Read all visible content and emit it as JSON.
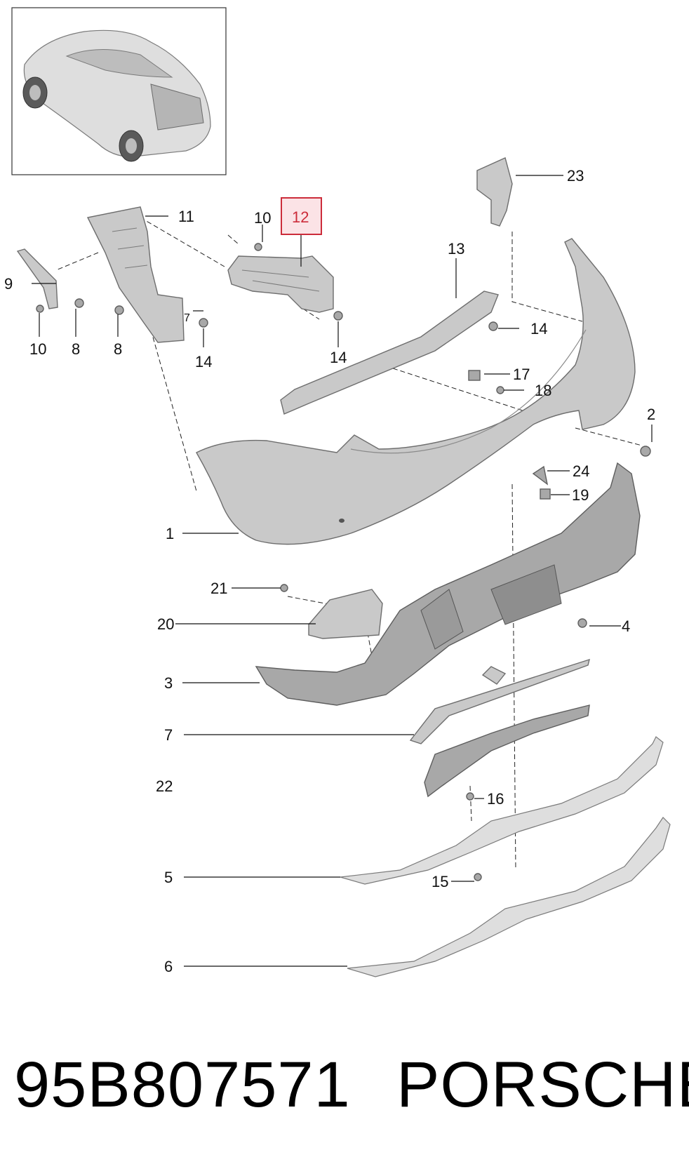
{
  "colors": {
    "highlight": "#cc2c3a",
    "highlight_fill": "#fbe3e6",
    "part_fill": "#c9c9c9",
    "line": "#111111"
  },
  "callouts": [
    {
      "id": "c1",
      "label": "1"
    },
    {
      "id": "c2",
      "label": "2"
    },
    {
      "id": "c3",
      "label": "3"
    },
    {
      "id": "c4",
      "label": "4"
    },
    {
      "id": "c5",
      "label": "5"
    },
    {
      "id": "c6",
      "label": "6"
    },
    {
      "id": "c7",
      "label": "7"
    },
    {
      "id": "c7b",
      "label": "7"
    },
    {
      "id": "c8a",
      "label": "8"
    },
    {
      "id": "c8b",
      "label": "8"
    },
    {
      "id": "c9",
      "label": "9"
    },
    {
      "id": "c10a",
      "label": "10"
    },
    {
      "id": "c10b",
      "label": "10"
    },
    {
      "id": "c11",
      "label": "11"
    },
    {
      "id": "c12",
      "label": "12"
    },
    {
      "id": "c13",
      "label": "13"
    },
    {
      "id": "c14a",
      "label": "14"
    },
    {
      "id": "c14b",
      "label": "14"
    },
    {
      "id": "c14c",
      "label": "14"
    },
    {
      "id": "c15",
      "label": "15"
    },
    {
      "id": "c16",
      "label": "16"
    },
    {
      "id": "c17",
      "label": "17"
    },
    {
      "id": "c18",
      "label": "18"
    },
    {
      "id": "c19",
      "label": "19"
    },
    {
      "id": "c20",
      "label": "20"
    },
    {
      "id": "c21",
      "label": "21"
    },
    {
      "id": "c22",
      "label": "22"
    },
    {
      "id": "c23",
      "label": "23"
    },
    {
      "id": "c24",
      "label": "24"
    }
  ],
  "highlighted_callout": "12",
  "footer": {
    "part_number": "95B807571",
    "brand": "PORSCHE"
  }
}
